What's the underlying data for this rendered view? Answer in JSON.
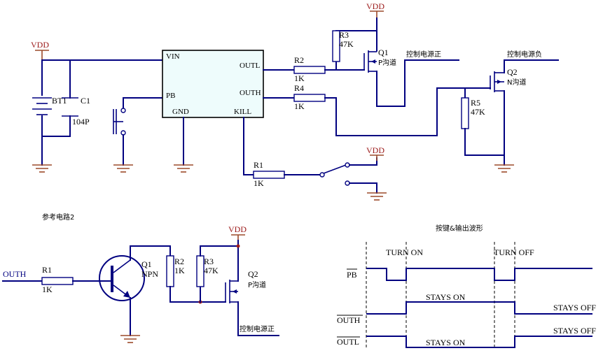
{
  "top": {
    "vdd_label": "VDD",
    "battery_ref": "BT1",
    "c1_ref": "C1",
    "c1_value": "104P",
    "chip_pins": {
      "vin": "VIN",
      "pb": "PB",
      "gnd": "GND",
      "kill": "KILL",
      "outl": "OUTL",
      "outh": "OUTH"
    },
    "r2_ref": "R2",
    "r2_value": "1K",
    "r4_ref": "R4",
    "r4_value": "1K",
    "r3_ref": "R3",
    "r3_value": "47K",
    "q1_ref": "Q1",
    "q1_type": "P沟道",
    "q1_out": "控制电源正",
    "r5_ref": "R5",
    "r5_value": "47K",
    "q2_ref": "Q2",
    "q2_type": "N沟道",
    "q2_out": "控制电源负",
    "r1_ref": "R1",
    "r1_value": "1K"
  },
  "ref2": {
    "title": "参考电路2",
    "outh_label": "OUTH",
    "r1_ref": "R1",
    "r1_value": "1K",
    "q1_ref": "Q1",
    "q1_type": "NPN",
    "r2_ref": "R2",
    "r2_value": "1K",
    "r3_ref": "R3",
    "r3_value": "47K",
    "vdd_label": "VDD",
    "q2_ref": "Q2",
    "q2_type": "P沟道",
    "out_label": "控制电源正"
  },
  "waves": {
    "title": "按键&输出波形",
    "turn_on": "TURN  ON",
    "turn_off": "TURN  OFF",
    "pb": "PB",
    "outh": "OUTH",
    "outl": "OUTL",
    "stays_on_h": "STAYS   ON",
    "stays_off_h": "STAYS   OFF",
    "stays_on_l": "STAYS   ON",
    "stays_off_l": "STAYS   OFF"
  }
}
